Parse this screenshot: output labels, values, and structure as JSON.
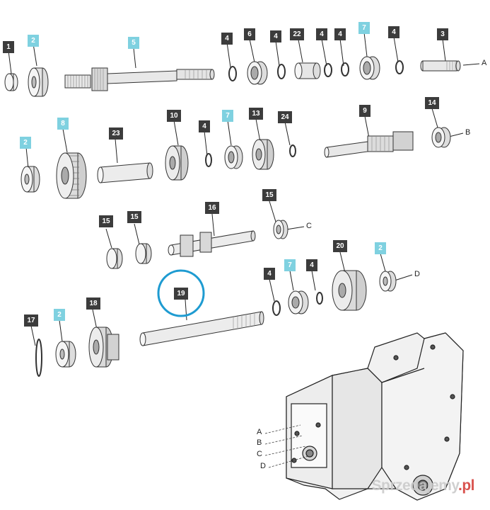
{
  "callouts": {
    "n1": "1",
    "n2a": "2",
    "n5": "5",
    "n4a": "4",
    "n6": "6",
    "n4b": "4",
    "n22": "22",
    "n4c": "4",
    "n4d": "4",
    "n7a": "7",
    "n4e": "4",
    "n3": "3",
    "n2b": "2",
    "n8": "8",
    "n23": "23",
    "n10": "10",
    "n4f": "4",
    "n7b": "7",
    "n13": "13",
    "n24": "24",
    "n9": "9",
    "n14": "14",
    "n15a": "15",
    "n15b": "15",
    "n16": "16",
    "n15c": "15",
    "n19": "19",
    "n4g": "4",
    "n7c": "7",
    "n4h": "4",
    "n20": "20",
    "n2c": "2",
    "n17": "17",
    "n2d": "2",
    "n18": "18"
  },
  "shaft_letters": {
    "a": "A",
    "b": "B",
    "c": "C",
    "d": "D"
  },
  "housing_letters": {
    "a": "A",
    "b": "B",
    "c": "C",
    "d": "D"
  },
  "watermark": {
    "text": "Sprzedajemy",
    "suffix": ".pl"
  },
  "highlight_color": "#1e9bd1",
  "cyan_label_color": "#7fd1e0",
  "dark_label_color": "#3c3c3c"
}
